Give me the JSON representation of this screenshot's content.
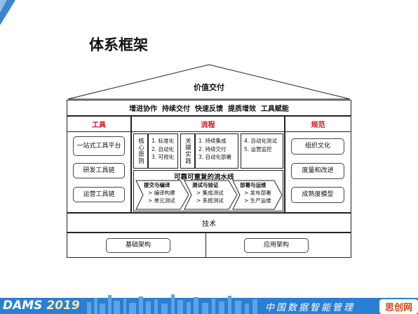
{
  "page_title": "体系框架",
  "roof_title": "价值交付",
  "value_items": "增进协作  持续交付  快速反馈  提质增效  工具赋能",
  "tools": {
    "title": "工具",
    "items": [
      "一站式工具平台",
      "研发工具链",
      "运营工具链"
    ]
  },
  "process": {
    "title": "流程",
    "core_label": "核心原则",
    "core_items": [
      "1. 标准化",
      "2. 自动化",
      "3. 可视化"
    ],
    "key_label": "关键实践",
    "key_items_1": [
      "1. 持续集成",
      "2. 持续交付",
      "3. 自动化部署"
    ],
    "key_items_2": [
      "4. 自动化测试",
      "5. 运营监控"
    ],
    "pipeline_title": "可靠可重复的流水线",
    "pipeline": [
      {
        "title": "提交与编译",
        "items": [
          "> 编译构建",
          "> 单元测试"
        ]
      },
      {
        "title": "测试与验证",
        "items": [
          "> 集成测试",
          "> 系统测试"
        ]
      },
      {
        "title": "部署与运维",
        "items": [
          "> 发布部署",
          "> 生产运维"
        ]
      }
    ]
  },
  "norms": {
    "title": "规范",
    "items": [
      "组织文化",
      "度量和改进",
      "成熟度模型"
    ]
  },
  "tech": {
    "title": "技术",
    "items": [
      "基础架构",
      "应用架构"
    ]
  },
  "footer": {
    "logo_text": "DAMS",
    "year": "2019",
    "slogan": "中国数据智能管理",
    "watermark": "思创网"
  },
  "colors": {
    "accent_red": "#d0121b",
    "footer_blue": "#2a7fd4",
    "corner_blue": "#3b86c8"
  }
}
